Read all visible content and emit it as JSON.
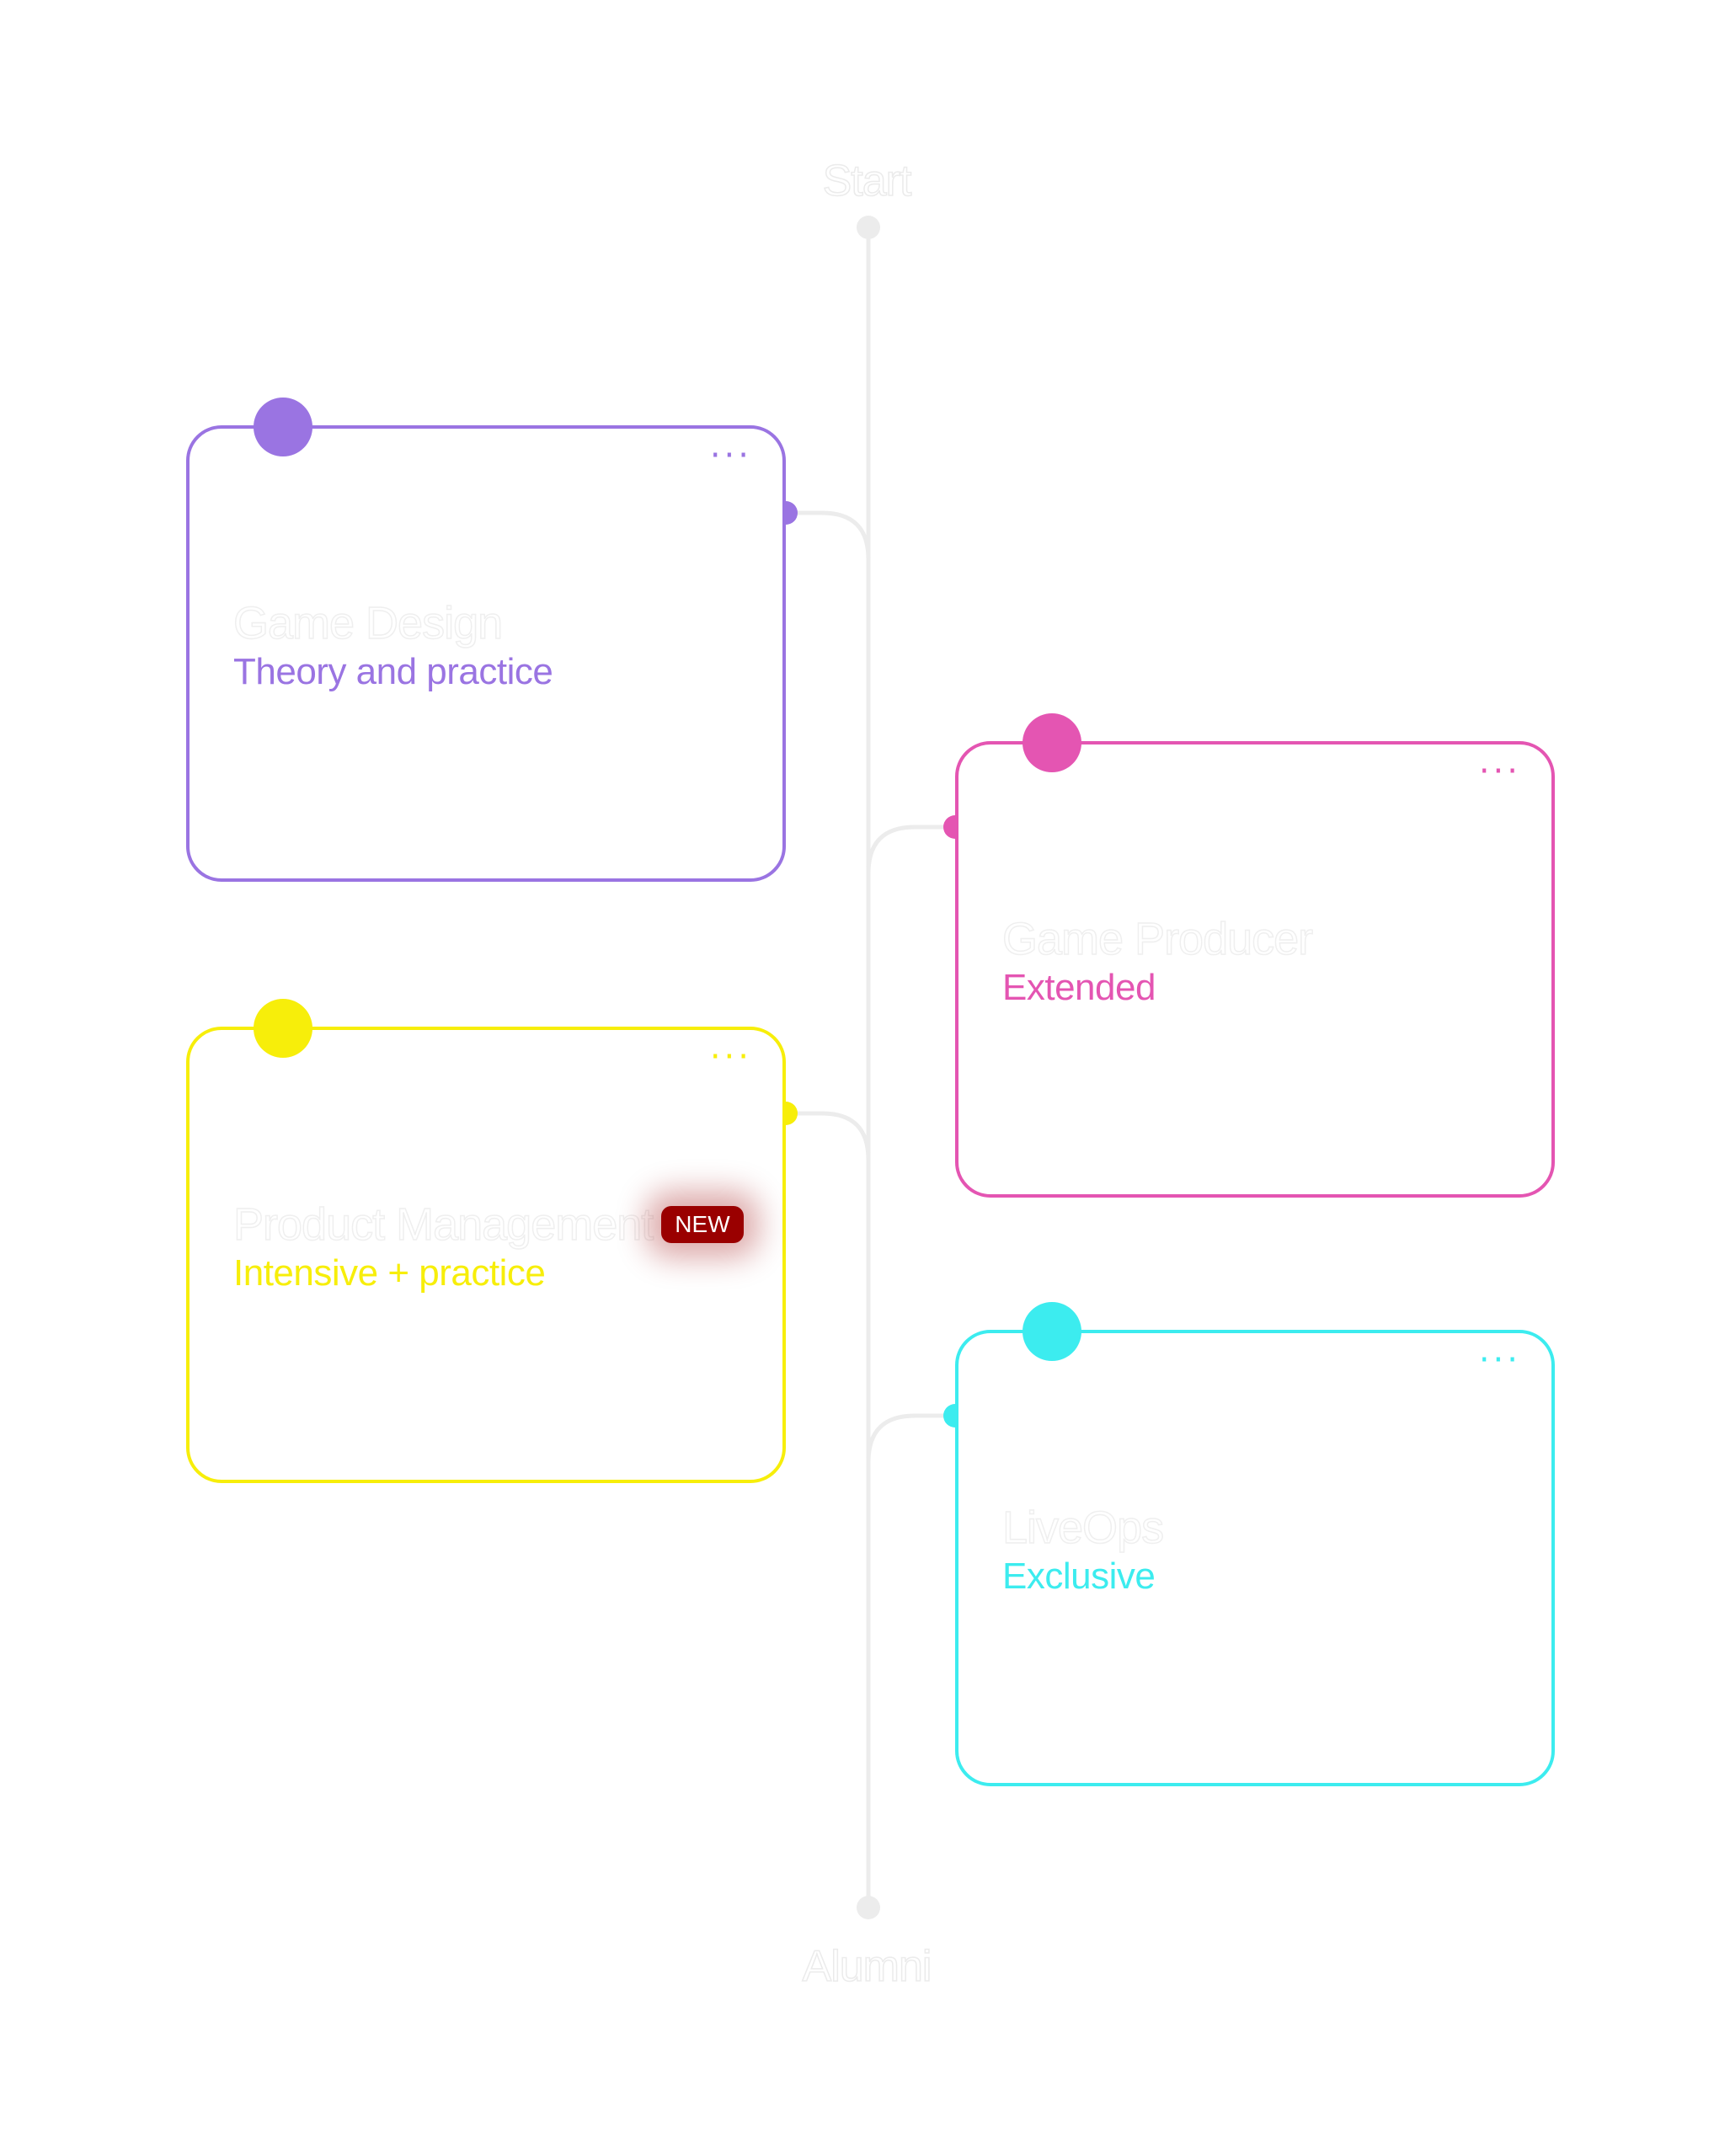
{
  "timeline": {
    "start_label": "Start",
    "end_label": "Alumni",
    "line_color": "#ececec"
  },
  "courses": [
    {
      "title": "Game Design",
      "subtitle": "Theory and practice",
      "color": "#9a74e2",
      "side": "left",
      "menu_icon": "ellipsis-icon",
      "menu_glyph": "···"
    },
    {
      "title": "Game Producer",
      "subtitle": "Extended",
      "color": "#e455b2",
      "side": "right",
      "menu_icon": "ellipsis-icon",
      "menu_glyph": "···"
    },
    {
      "title": "Product Management",
      "subtitle": "Intensive + practice",
      "color": "#f7ee0a",
      "side": "left",
      "menu_icon": "ellipsis-icon",
      "menu_glyph": "···",
      "badge": {
        "text": "NEW",
        "color": "#9a0000"
      }
    },
    {
      "title": "LiveOps",
      "subtitle": "Exclusive",
      "color": "#3cecef",
      "side": "right",
      "menu_icon": "ellipsis-icon",
      "menu_glyph": "···"
    }
  ]
}
